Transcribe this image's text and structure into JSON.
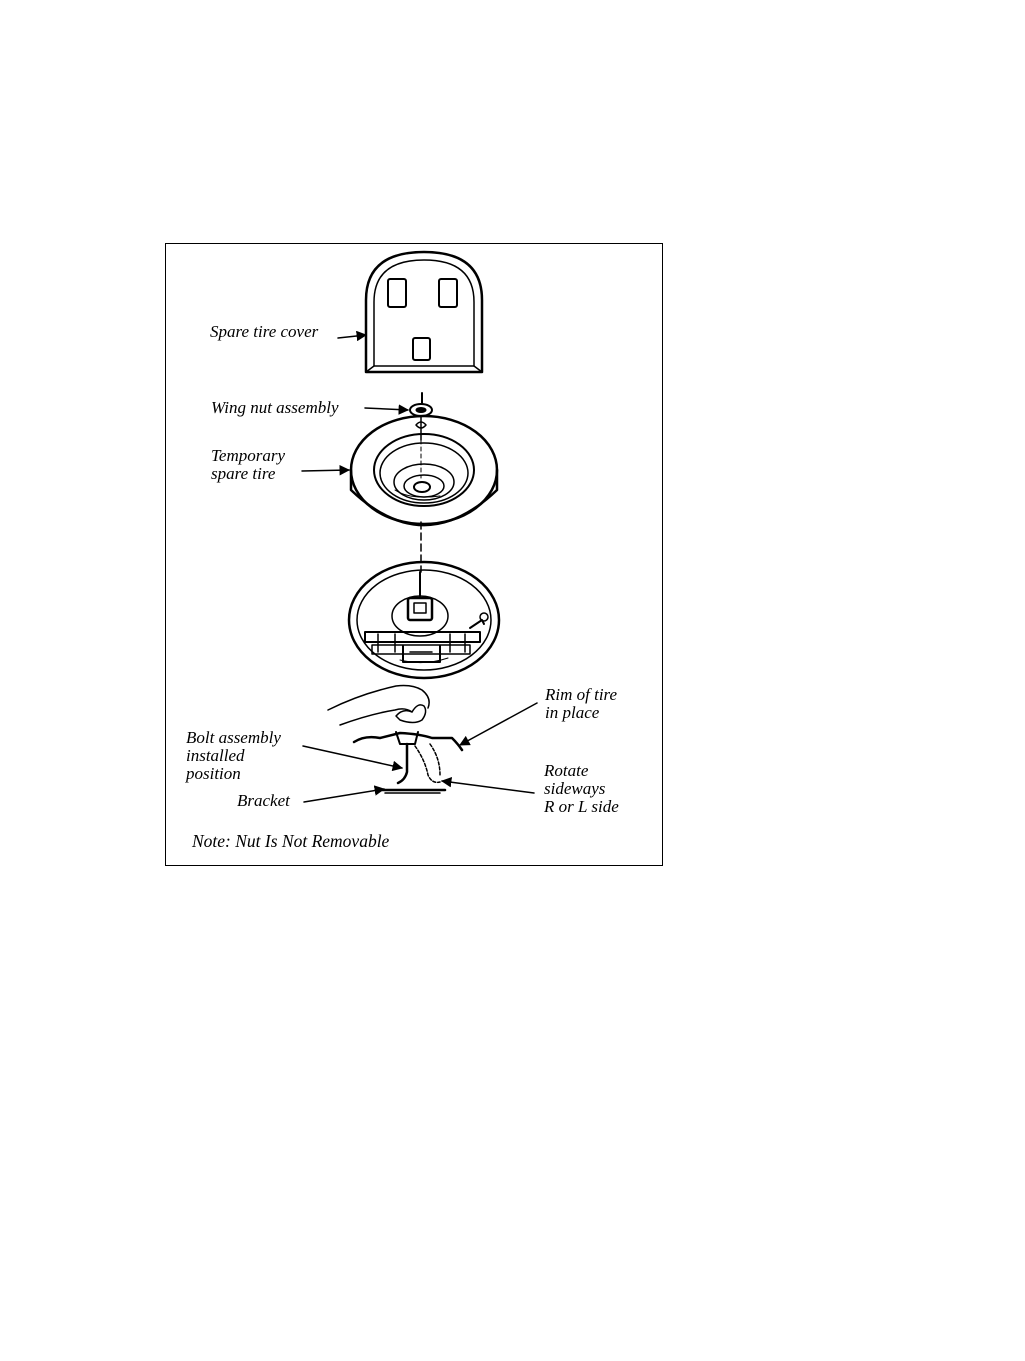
{
  "diagram": {
    "labels": {
      "spare_tire_cover": "Spare tire cover",
      "wing_nut_assembly": "Wing nut assembly",
      "temporary_spare_tire": "Temporary\nspare tire",
      "rim_of_tire": "Rim of tire\nin place",
      "bolt_assembly": "Bolt assembly\ninstalled\nposition",
      "rotate": "Rotate\nsideways\nR or L side",
      "bracket": "Bracket"
    },
    "note": "Note: Nut Is Not Removable"
  }
}
